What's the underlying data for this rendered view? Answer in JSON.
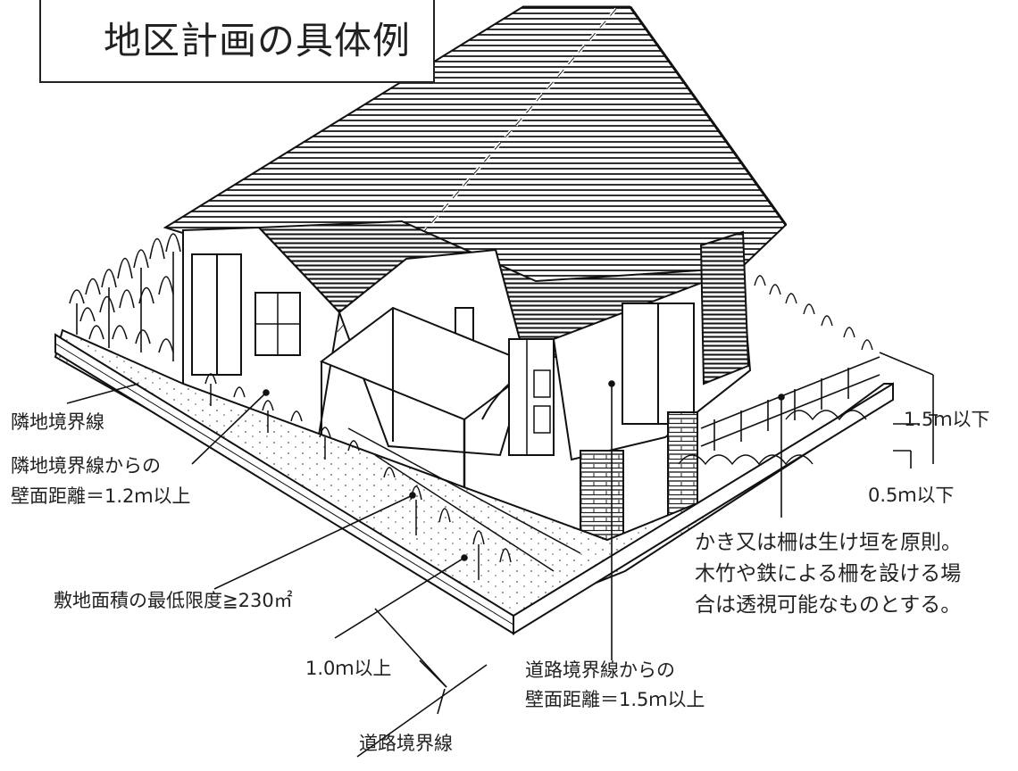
{
  "title": "地区計画の具体例",
  "labels": {
    "neighbor_line": "隣地境界線",
    "neighbor_setback_1": "隣地境界線からの",
    "neighbor_setback_2": "壁面距離＝1.2ｍ以上",
    "site_area": "敷地面積の最低限度≧230㎡",
    "depth_1m": "1.0ｍ以上",
    "road_setback_1": "道路境界線からの",
    "road_setback_2": "壁面距離＝1.5ｍ以上",
    "road_line": "道路境界線",
    "height_1_5": "1.5ｍ以下",
    "height_0_5": "0.5ｍ以下",
    "fence_rule_1": "かき又は柵は生け垣を原則。",
    "fence_rule_2": "木竹や鉄による柵を設ける場",
    "fence_rule_3": "合は透視可能なものとする。"
  }
}
